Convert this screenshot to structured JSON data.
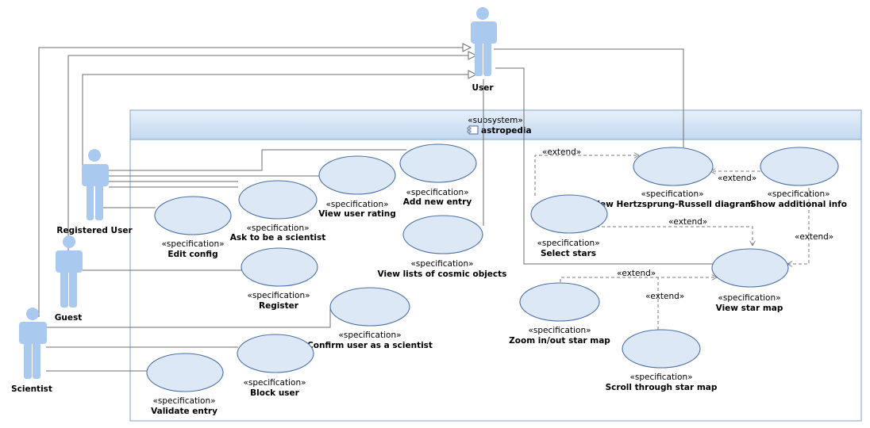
{
  "subsystem": {
    "stereotype": "«subsystem»",
    "name": "astropedia"
  },
  "actors": {
    "user": "User",
    "registered_user": "Registered User",
    "guest": "Guest",
    "scientist": "Scientist"
  },
  "use_cases": {
    "stereotype": "«specification»",
    "add_new_entry": "Add new entry",
    "view_user_rating": "View user rating",
    "ask_scientist": "Ask to be a scientist",
    "edit_config": "Edit config",
    "view_lists": "View lists of cosmic objects",
    "register": "Register",
    "confirm_scientist": "Confirm user as a scientist",
    "block_user": "Block user",
    "validate_entry": "Validate entry",
    "view_hr_diagram": "View Hertzsprung-Russell diagram",
    "show_additional_info": "Show additional info",
    "select_stars": "Select stars",
    "view_star_map": "View star map",
    "zoom_star_map": "Zoom in/out star map",
    "scroll_star_map": "Scroll through star map"
  },
  "relations": {
    "extend": "«extend»"
  },
  "colors": {
    "frame_header": "#cfe0f5",
    "use_case_fill": "#dce8f5",
    "actor": "#a9c9ee"
  }
}
